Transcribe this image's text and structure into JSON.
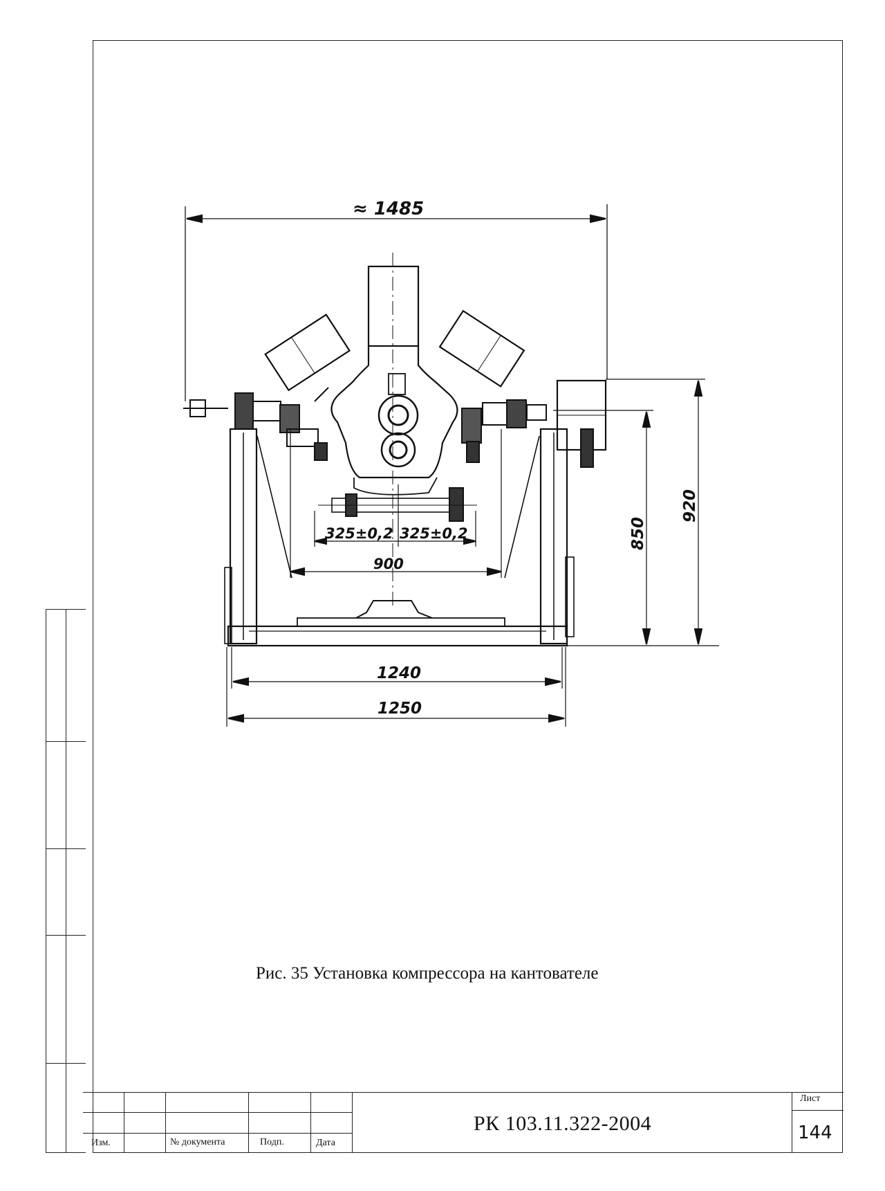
{
  "drawing": {
    "dimensions": {
      "overall_width": "≈ 1485",
      "offset_left": "325±0,2",
      "offset_right": "325±0,2",
      "center_span": "900",
      "inner_width": "1240",
      "outer_width": "1250",
      "height_axis": "850",
      "height_total": "920"
    }
  },
  "caption": "Рис. 35  Установка компрессора на кантователе",
  "title_block": {
    "col_izm": "Изм.",
    "col_doc": "№ документа",
    "col_sign": "Подп.",
    "col_date": "Дата",
    "document_number": "РК 103.11.322-2004",
    "sheet_label": "Лист",
    "sheet_number": "144"
  }
}
